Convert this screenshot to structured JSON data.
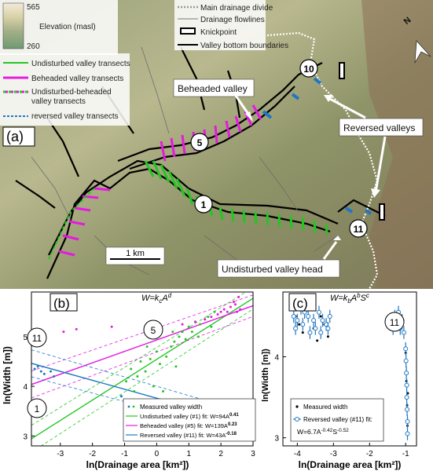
{
  "panel_a": {
    "panel_label": "(a)",
    "elevation_legend": {
      "title": "Elevation (masl)",
      "max": "565",
      "min": "260"
    },
    "legend_right": [
      "Main drainage divide",
      "Drainage flowlines",
      "Knickpoint",
      "Valley bottom boundaries"
    ],
    "legend_left": [
      "Undisturbed valley transects",
      "Beheaded valley transects",
      "Undisturbed-beheaded",
      "valley transects",
      "reversed valley transects"
    ],
    "callouts": {
      "beheaded": "Beheaded valley",
      "reversed": "Reversed valleys",
      "head": "Undisturbed valley head"
    },
    "valley_ids": [
      "10",
      "5",
      "1",
      "11"
    ],
    "scale_bar": "1 km",
    "north": "N",
    "colors": {
      "undisturbed": "#22c722",
      "beheaded": "#e619e0",
      "reversed": "#1f77c4",
      "divide": "#ffffff"
    }
  },
  "panel_b": {
    "panel_label": "(b)",
    "equation_prefix": "W=k",
    "equation_sub": "c",
    "equation_A": "A",
    "equation_exp": "d",
    "circle_labels": [
      "11",
      "5",
      "1"
    ],
    "legend": [
      {
        "text": "Measured valley width"
      },
      {
        "prefix": "Undisturbed valley (#1) fit: W=94A",
        "exp": "0.41"
      },
      {
        "prefix": "Beheaded valley (#5) fit: W=139A",
        "exp": "0.23"
      },
      {
        "prefix": "Reversed valley (#11) fit: W=43A",
        "exp": "-0.18"
      }
    ]
  },
  "panel_c": {
    "panel_label": "(c)",
    "equation_prefix": "W=k",
    "equation_sub": "b",
    "equation_A": "A",
    "equation_exp_b": "b",
    "equation_S": "S",
    "equation_exp_c": "c",
    "circle_label": "11",
    "legend": [
      "Measured width",
      "Reversed valley (#11) fit:"
    ],
    "legend_formula": {
      "a": "W=6.7A",
      "exp1": "-0.42",
      "s": "S",
      "exp2": "-0.52"
    }
  },
  "chart_data": [
    {
      "type": "scatter",
      "title": "W=k_c A^d",
      "xlabel": "ln(Drainage area [km²])",
      "ylabel": "ln(Width [m])",
      "xlim": [
        -3.9,
        3
      ],
      "ylim": [
        2.8,
        5.9
      ],
      "xticks": [
        -3,
        -2,
        -1,
        0,
        1,
        2,
        3
      ],
      "yticks": [
        3,
        4,
        5
      ],
      "series": [
        {
          "name": "Undisturbed valley (#1)",
          "color": "#22c722",
          "points": [
            [
              -1.1,
              3.8
            ],
            [
              -0.95,
              4.1
            ],
            [
              -0.8,
              4.35
            ],
            [
              -0.6,
              4.2
            ],
            [
              -0.5,
              4.5
            ],
            [
              -0.35,
              4.3
            ],
            [
              -0.2,
              4.55
            ],
            [
              -0.1,
              4.0
            ],
            [
              0,
              4.7
            ],
            [
              0.1,
              4.45
            ],
            [
              0.3,
              4.6
            ],
            [
              0.45,
              4.8
            ],
            [
              0.55,
              4.9
            ],
            [
              0.6,
              4.4
            ],
            [
              0.7,
              5.0
            ],
            [
              0.8,
              5.1
            ],
            [
              0.9,
              4.95
            ],
            [
              1.0,
              5.2
            ],
            [
              1.1,
              5.1
            ],
            [
              1.2,
              5.3
            ],
            [
              1.35,
              5.25
            ],
            [
              1.5,
              5.35
            ],
            [
              1.6,
              5.4
            ],
            [
              1.7,
              5.2
            ],
            [
              1.8,
              5.5
            ],
            [
              0.2,
              3.9
            ],
            [
              -0.7,
              3.9
            ],
            [
              -0.3,
              4.8
            ],
            [
              0.5,
              5.1
            ],
            [
              1.3,
              5.0
            ]
          ],
          "fit": {
            "intercept": 4.543,
            "slope": 0.41
          }
        },
        {
          "name": "Beheaded valley (#5)",
          "color": "#e619e0",
          "points": [
            [
              -2.9,
              5.1
            ],
            [
              -2.5,
              5.15
            ],
            [
              -1.4,
              5.2
            ],
            [
              0.8,
              5.25
            ],
            [
              1.2,
              5.3
            ],
            [
              1.5,
              5.35
            ],
            [
              1.7,
              5.4
            ],
            [
              1.9,
              5.45
            ],
            [
              2.0,
              5.5
            ],
            [
              2.1,
              5.55
            ],
            [
              2.2,
              5.5
            ],
            [
              2.3,
              5.6
            ],
            [
              2.4,
              5.7
            ],
            [
              2.45,
              5.65
            ],
            [
              2.5,
              5.5
            ],
            [
              2.55,
              5.8
            ],
            [
              2.6,
              5.55
            ]
          ],
          "fit": {
            "intercept": 4.934,
            "slope": 0.23
          }
        },
        {
          "name": "Reversed valley (#11)",
          "color": "#1f77c4",
          "points": [
            [
              -3.8,
              4.35
            ],
            [
              -3.7,
              4.4
            ],
            [
              -3.6,
              4.3
            ],
            [
              -3.5,
              4.25
            ],
            [
              -3.3,
              4.3
            ],
            [
              -3.2,
              4.2
            ],
            [
              -1.1,
              3.8
            ],
            [
              -1.0,
              3.7
            ],
            [
              -0.95,
              3.55
            ]
          ],
          "fit": {
            "intercept": 3.761,
            "slope": -0.18
          }
        }
      ]
    },
    {
      "type": "scatter",
      "title": "W=k_b A^b S^c",
      "xlabel": "ln(Drainage area [km²])",
      "ylabel": "ln(Width [m])",
      "xlim": [
        -4.4,
        -0.7
      ],
      "ylim": [
        2.9,
        4.8
      ],
      "xticks": [
        -4,
        -3,
        -2,
        -1
      ],
      "yticks": [
        3,
        4
      ],
      "series": [
        {
          "name": "Measured width",
          "color": "#000000",
          "points": [
            [
              -4.05,
              4.5
            ],
            [
              -3.95,
              4.4
            ],
            [
              -3.85,
              4.3
            ],
            [
              -3.7,
              4.6
            ],
            [
              -3.55,
              4.35
            ],
            [
              -3.45,
              4.2
            ],
            [
              -3.35,
              4.5
            ],
            [
              -3.25,
              4.4
            ],
            [
              -3.15,
              4.25
            ],
            [
              -1.35,
              4.35
            ],
            [
              -1.25,
              4.5
            ],
            [
              -1.15,
              4.45
            ],
            [
              -1.0,
              4.05
            ],
            [
              -0.98,
              3.7
            ],
            [
              -0.96,
              3.4
            ],
            [
              -0.95,
              3.15
            ],
            [
              -0.94,
              3.55
            ]
          ]
        },
        {
          "name": "Reversed valley (#11) fit",
          "color": "#1f77c4",
          "points": [
            [
              -4.1,
              4.5
            ],
            [
              -4.05,
              4.35
            ],
            [
              -4.0,
              4.45
            ],
            [
              -3.9,
              4.6
            ],
            [
              -3.85,
              4.4
            ],
            [
              -3.8,
              4.55
            ],
            [
              -3.7,
              4.5
            ],
            [
              -3.65,
              4.3
            ],
            [
              -3.55,
              4.45
            ],
            [
              -3.5,
              4.35
            ],
            [
              -3.4,
              4.55
            ],
            [
              -3.35,
              4.3
            ],
            [
              -3.3,
              4.45
            ],
            [
              -3.2,
              4.4
            ],
            [
              -3.15,
              4.35
            ],
            [
              -3.1,
              4.5
            ],
            [
              -1.4,
              4.45
            ],
            [
              -1.35,
              4.35
            ],
            [
              -1.3,
              4.5
            ],
            [
              -1.25,
              4.4
            ],
            [
              -1.2,
              4.55
            ],
            [
              -1.15,
              4.35
            ],
            [
              -1.1,
              4.45
            ],
            [
              -1.05,
              4.3
            ],
            [
              -1.0,
              4.1
            ],
            [
              -0.99,
              3.95
            ],
            [
              -0.98,
              3.8
            ],
            [
              -0.97,
              3.65
            ],
            [
              -0.97,
              3.5
            ],
            [
              -0.96,
              3.35
            ],
            [
              -0.95,
              3.2
            ],
            [
              -0.95,
              3.05
            ]
          ]
        }
      ]
    }
  ]
}
